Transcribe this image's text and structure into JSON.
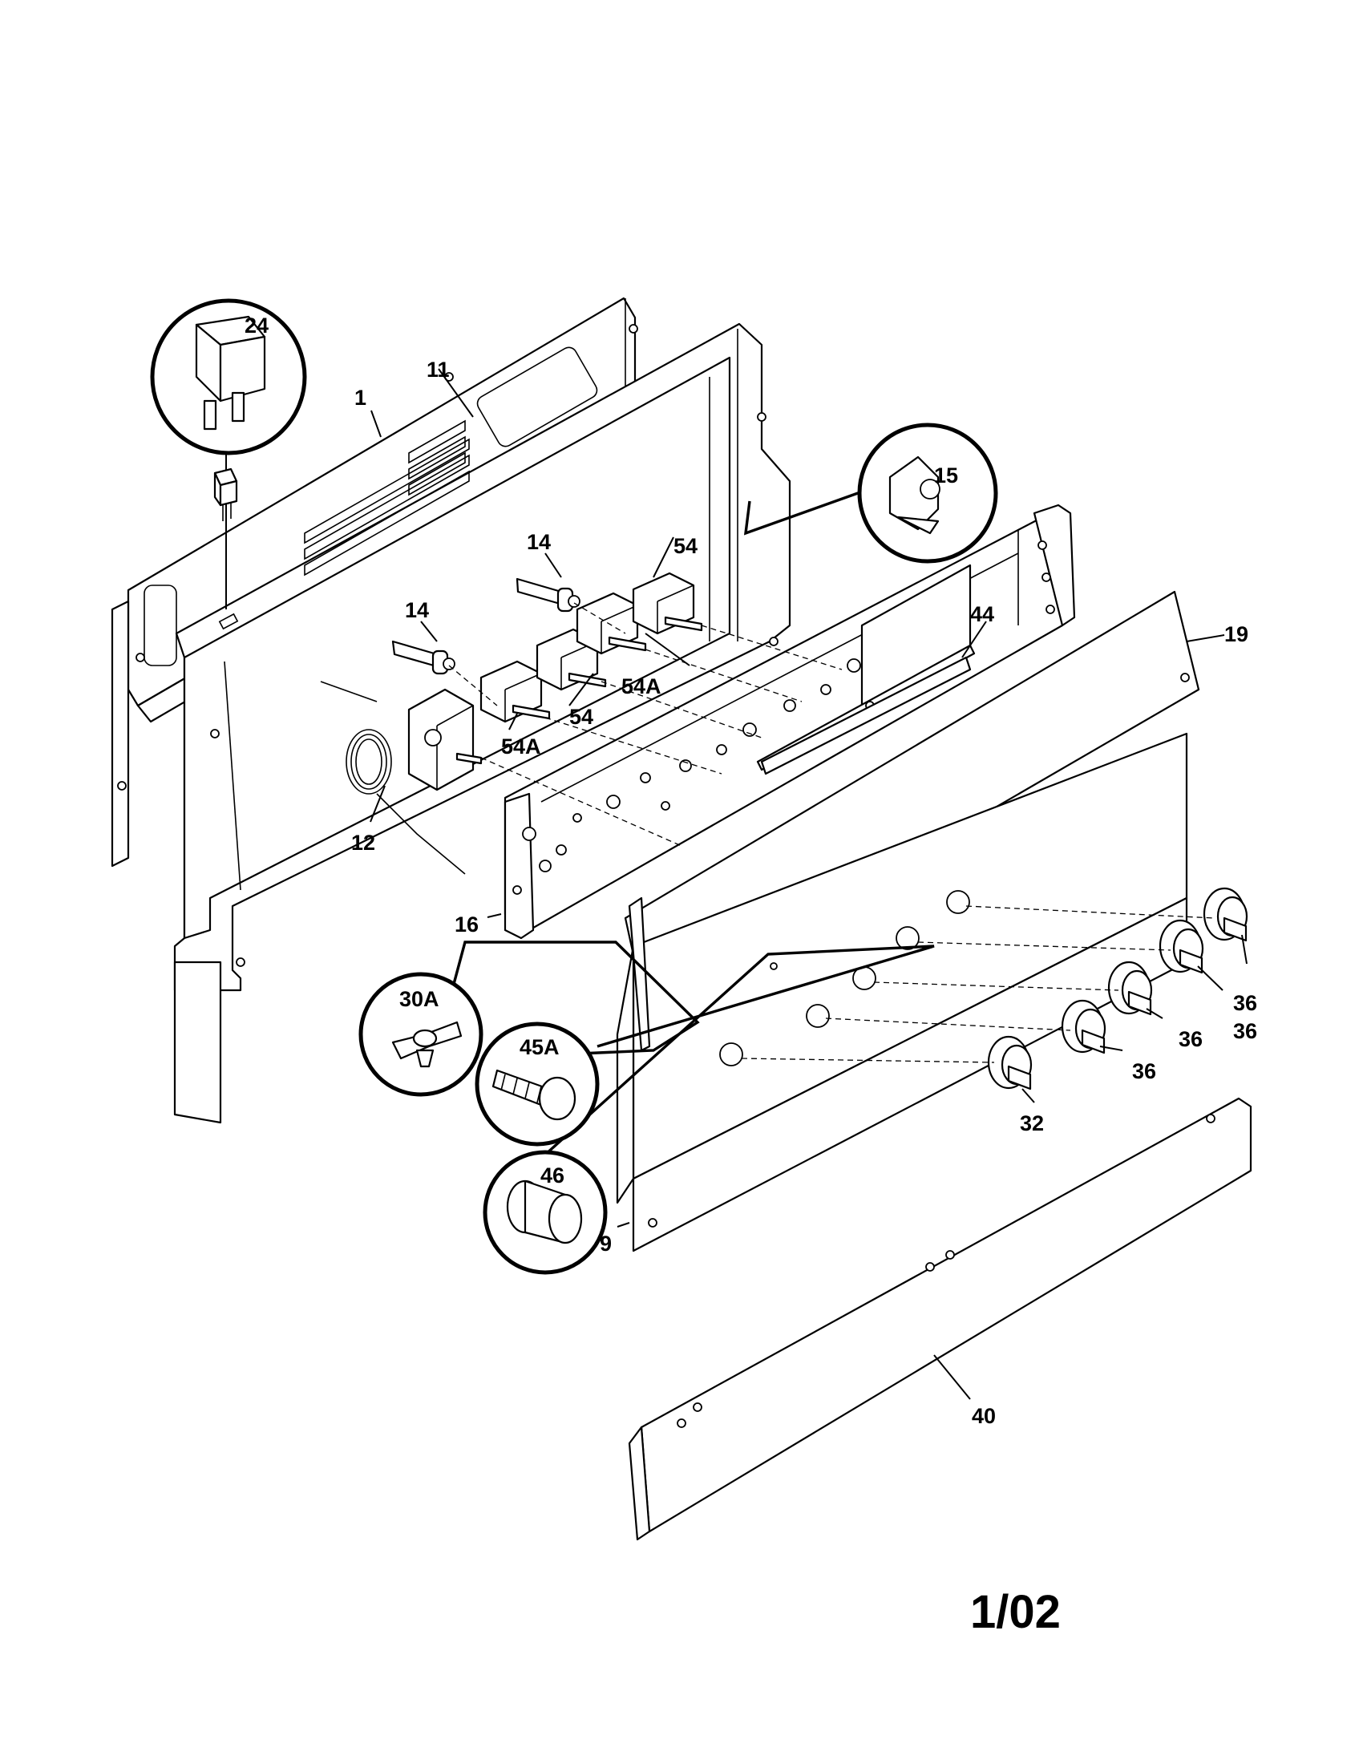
{
  "labels": {
    "p1": "1",
    "p11": "11",
    "p24": "24",
    "p15": "15",
    "p14a": "14",
    "p14b": "14",
    "p54a": "54",
    "p54b": "54",
    "p54Aa": "54A",
    "p54Ab": "54A",
    "p44": "44",
    "p19": "19",
    "p12": "12",
    "p16": "16",
    "p30A": "30A",
    "p45A": "45A",
    "p46": "46",
    "p9": "9",
    "p32": "32",
    "p36a": "36",
    "p36b": "36",
    "p36c": "36",
    "p36d": "36",
    "p40": "40"
  },
  "footer": {
    "date_code": "1/02"
  }
}
